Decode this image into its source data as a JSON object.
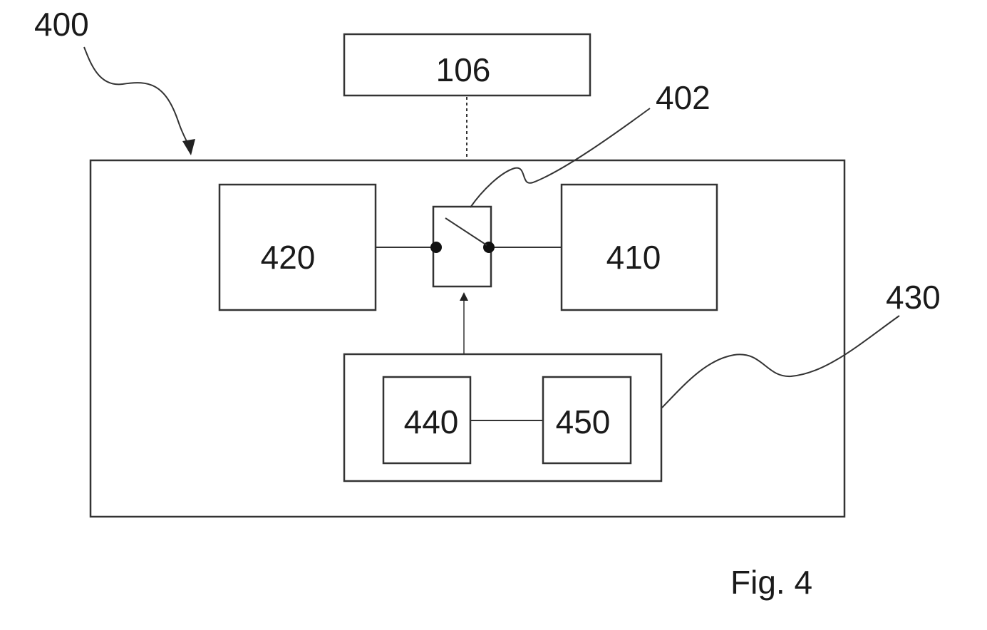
{
  "figure": {
    "caption": "Fig. 4",
    "labels": {
      "system": "400",
      "switch": "402",
      "external": "106",
      "block_420": "420",
      "block_410": "410",
      "controller": "430",
      "block_440": "440",
      "block_450": "450"
    }
  }
}
